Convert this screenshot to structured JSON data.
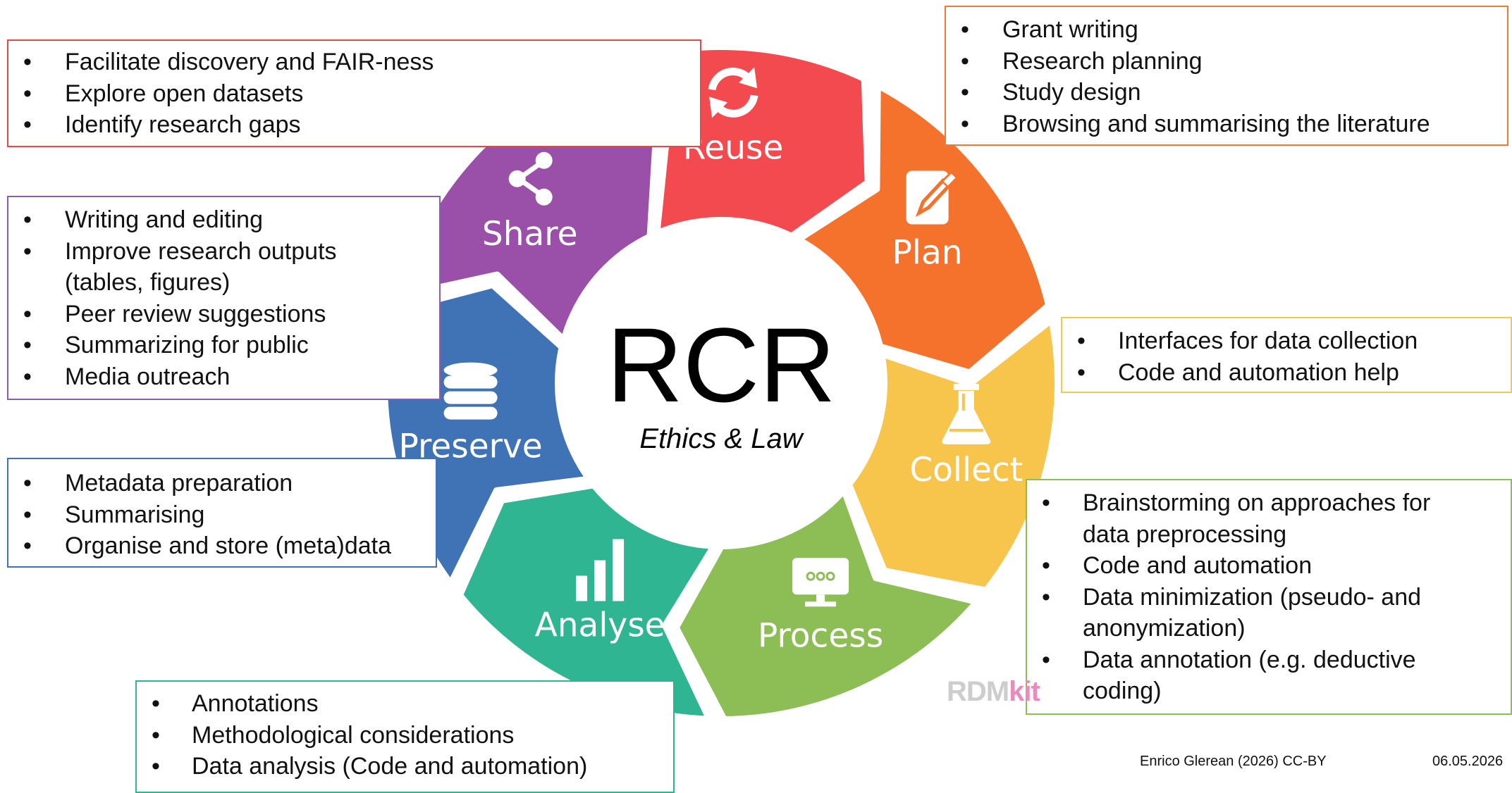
{
  "center": {
    "title": "RCR",
    "subtitle": "Ethics & Law"
  },
  "segments": [
    {
      "label": "Reuse",
      "color": "#f24a4f",
      "icon": "refresh-icon"
    },
    {
      "label": "Plan",
      "color": "#f4722b",
      "icon": "edit-icon"
    },
    {
      "label": "Collect",
      "color": "#f8c54c",
      "icon": "flask-icon"
    },
    {
      "label": "Process",
      "color": "#8dbd55",
      "icon": "monitor-icon"
    },
    {
      "label": "Analyse",
      "color": "#2fb592",
      "icon": "bar-chart-icon"
    },
    {
      "label": "Preserve",
      "color": "#3f73b6",
      "icon": "database-icon"
    },
    {
      "label": "Share",
      "color": "#9a4fa9",
      "icon": "share-icon"
    }
  ],
  "boxes": {
    "reuse": [
      "Facilitate discovery and FAIR-ness",
      "Explore open datasets",
      "Identify research gaps"
    ],
    "plan": [
      "Grant writing",
      "Research planning",
      "Study design",
      "Browsing and summarising the literature"
    ],
    "share": [
      "Writing and editing",
      "Improve research outputs",
      "(tables, figures)",
      "Peer review suggestions",
      "Summarizing for public",
      "Media outreach"
    ],
    "collect": [
      "Interfaces for data collection",
      "Code and automation help"
    ],
    "preserve": [
      "Metadata preparation",
      "Summarising",
      "Organise and store (meta)data"
    ],
    "process": [
      "Brainstorming on approaches for",
      "data preprocessing",
      "Code and automation",
      "Data minimization (pseudo- and",
      "anonymization)",
      "Data annotation (e.g. deductive",
      "coding)"
    ],
    "analyse": [
      "Annotations",
      "Methodological considerations",
      "Data analysis (Code and automation)"
    ]
  },
  "footer": {
    "credit": "Enrico Glerean (2026) CC-BY",
    "date": "06.05.2026"
  },
  "logo": {
    "part1": "RDM",
    "part2": "kit"
  }
}
